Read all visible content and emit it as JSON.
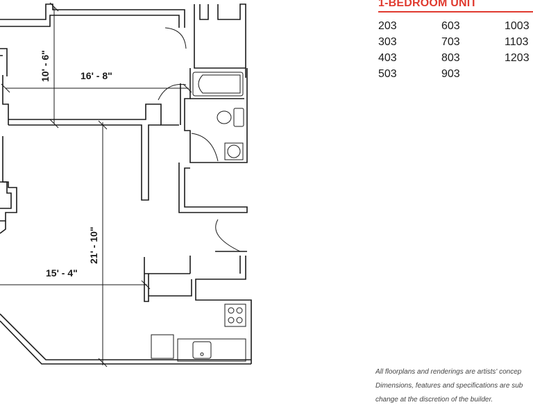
{
  "unit_heading": "1-BEDROOM UNIT",
  "unit_numbers": [
    "203",
    "603",
    "1003",
    "303",
    "703",
    "1103",
    "403",
    "803",
    "1203",
    "503",
    "903"
  ],
  "dimensions": {
    "upper_height": "10' - 6\"",
    "upper_width": "16' - 8\"",
    "lower_height": "21' - 10\"",
    "lower_width": "15' - 4\""
  },
  "disclaimer": [
    "All floorplans and renderings are artists' concep",
    "Dimensions, features and specifications are sub",
    "change at the discretion of the builder."
  ],
  "colors": {
    "accent": "#e03a2f",
    "line": "#1a1a1a"
  }
}
